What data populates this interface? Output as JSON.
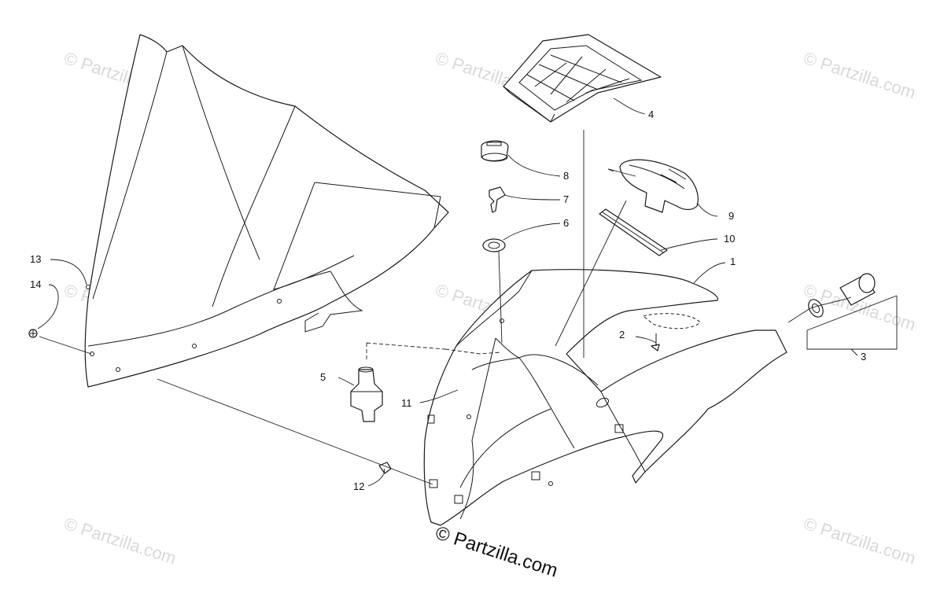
{
  "watermark": "© Partzilla.com",
  "copyright": "© Partzilla.com",
  "callouts": [
    "1",
    "2",
    "3",
    "4",
    "5",
    "6",
    "7",
    "8",
    "9",
    "10",
    "11",
    "12",
    "13",
    "14"
  ]
}
